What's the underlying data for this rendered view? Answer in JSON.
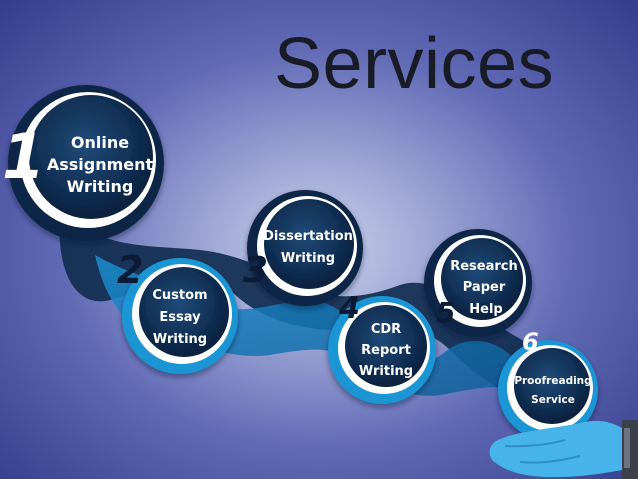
{
  "title": "Services",
  "colors": {
    "dark_navy": "#0f2b4e",
    "bright_blue": "#1aa3dc",
    "hand": "#46b4e8"
  },
  "services": [
    {
      "number": "1",
      "lines": [
        "Online",
        "Assignment",
        "Writing"
      ]
    },
    {
      "number": "2",
      "lines": [
        "Custom",
        "Essay",
        "Writing"
      ]
    },
    {
      "number": "3",
      "lines": [
        "Dissertation",
        "Writing"
      ]
    },
    {
      "number": "4",
      "lines": [
        "CDR",
        "Report",
        "Writing"
      ]
    },
    {
      "number": "5",
      "lines": [
        "Research",
        "Paper",
        "Help"
      ]
    },
    {
      "number": "6",
      "lines": [
        "Proofreading",
        "Service"
      ]
    }
  ],
  "icons": {
    "hand": "open-hand-icon"
  }
}
